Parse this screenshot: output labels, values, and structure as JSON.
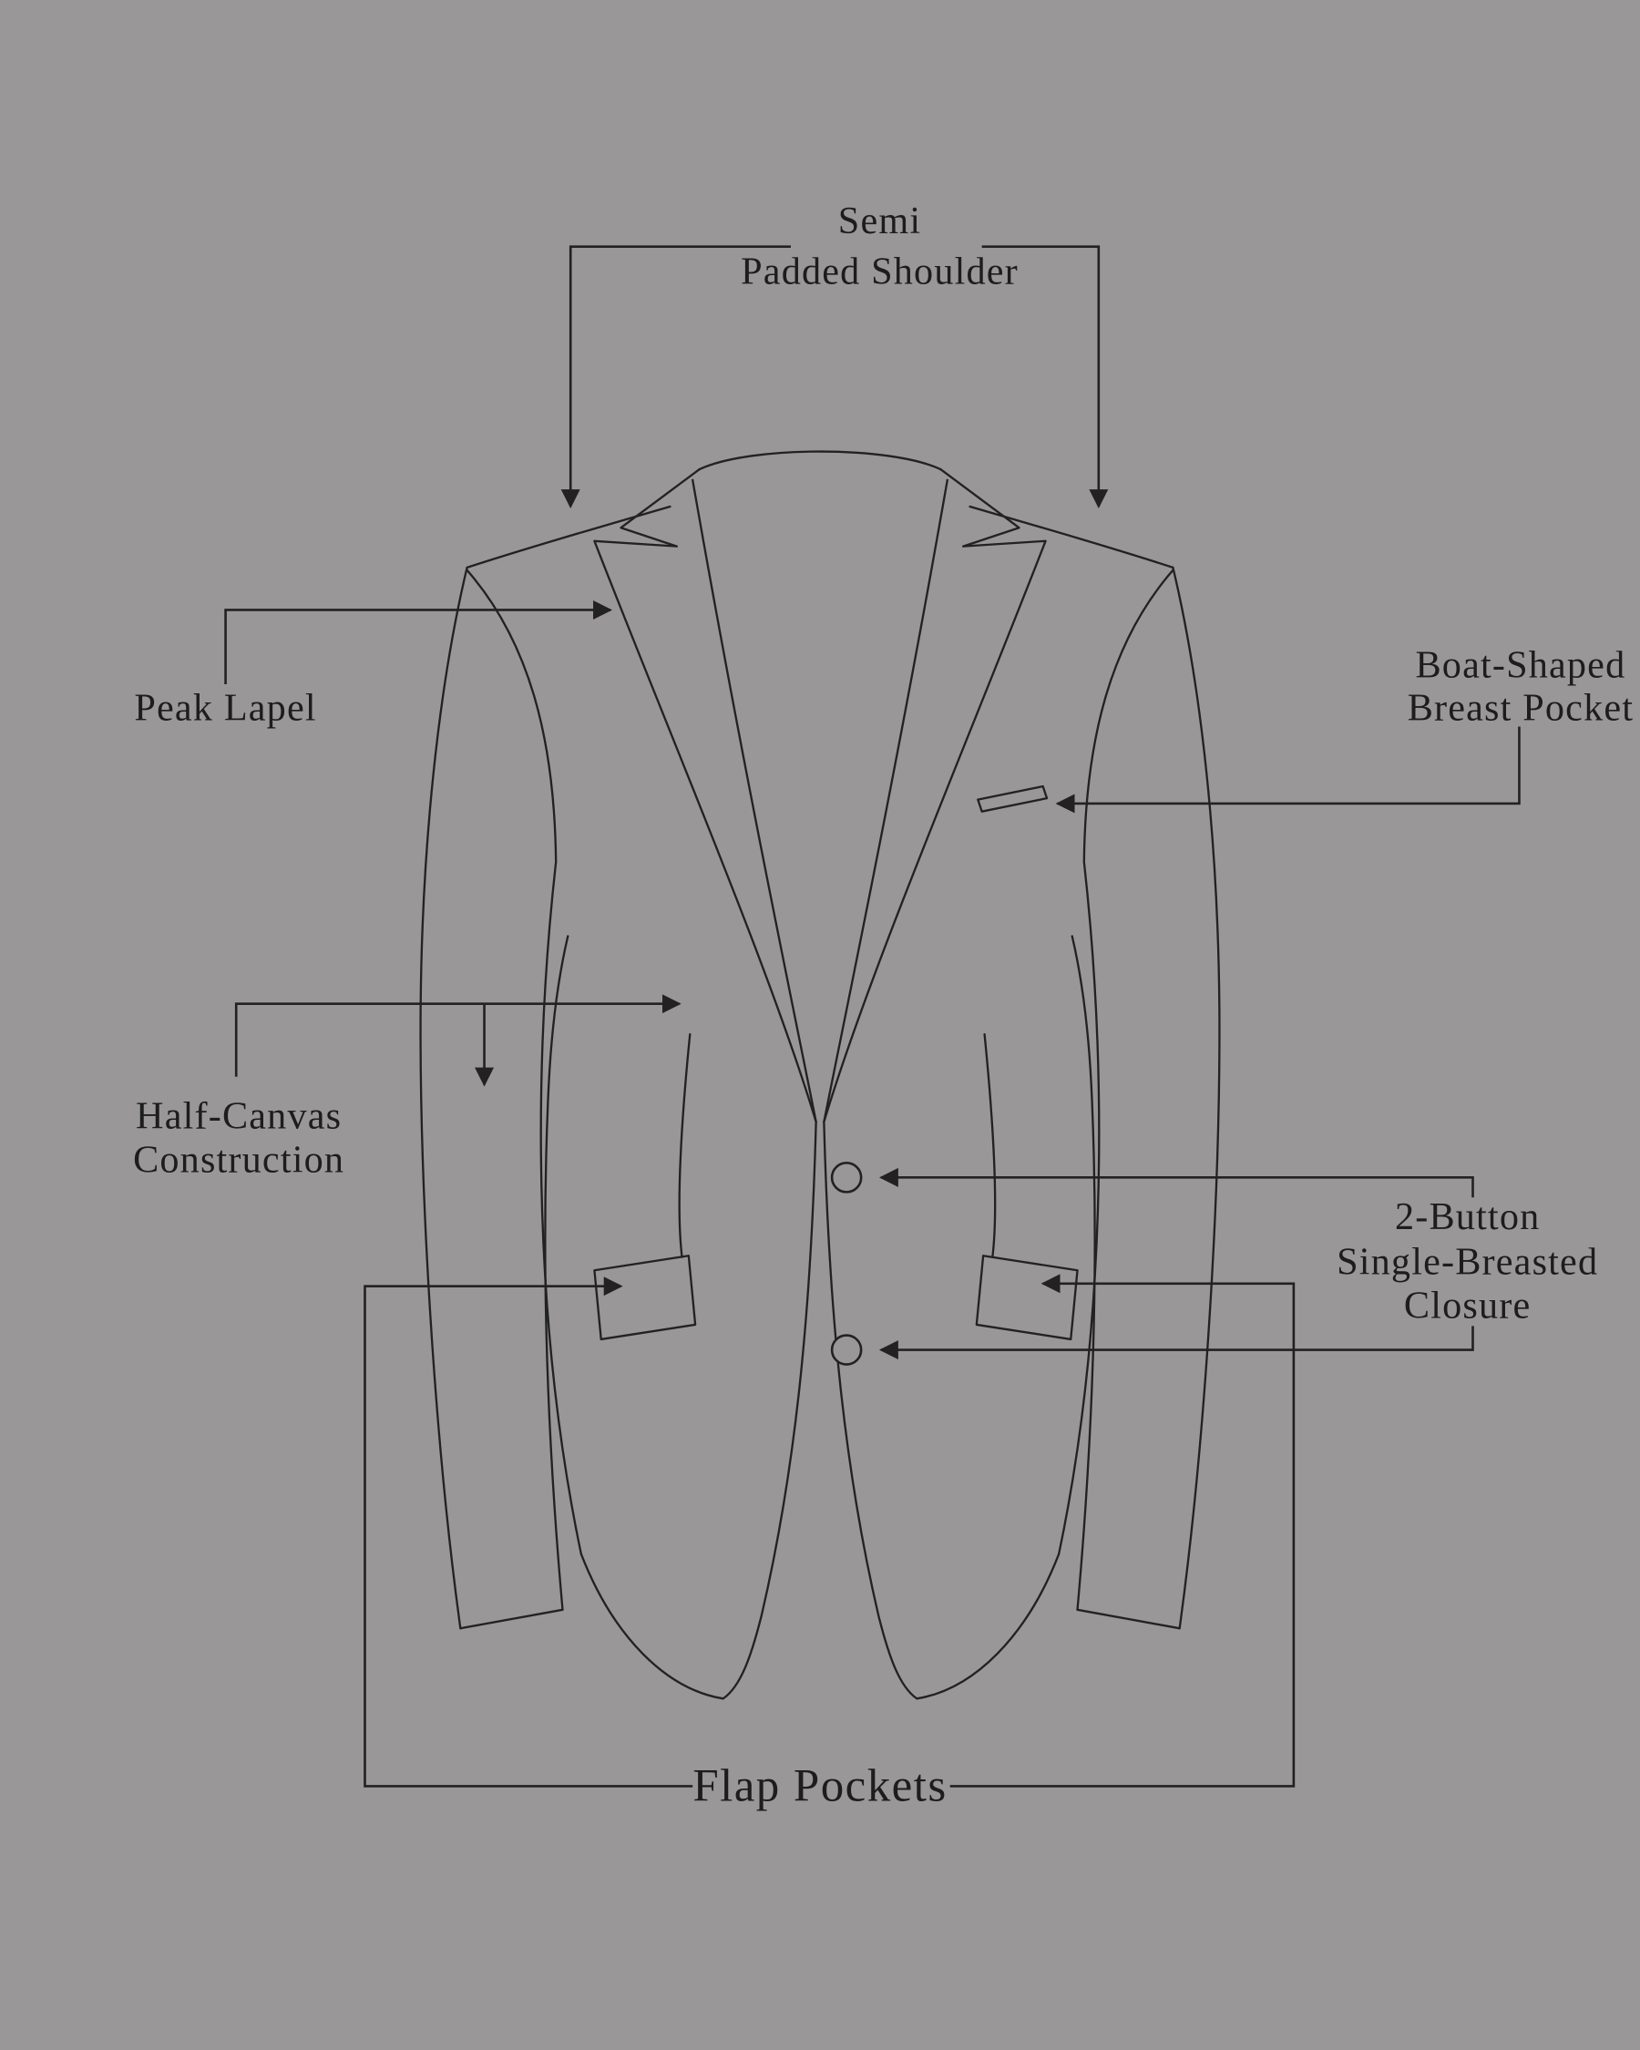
{
  "page": {
    "background_color": "#9a9798",
    "line_color": "#222222",
    "text_color": "#1d1d1d"
  },
  "diagram": {
    "subject": "suit-jacket-feature-diagram"
  },
  "labels": {
    "shoulder": {
      "lines": [
        "Semi",
        "Padded Shoulder"
      ]
    },
    "peak_lapel": {
      "lines": [
        "Peak Lapel"
      ]
    },
    "breast_pocket": {
      "lines": [
        "Boat-Shaped",
        "Breast Pocket"
      ]
    },
    "half_canvas": {
      "lines": [
        "Half-Canvas",
        "Construction"
      ]
    },
    "closure": {
      "lines": [
        "2-Button",
        "Single-Breasted",
        "Closure"
      ]
    },
    "flap_pockets": {
      "lines": [
        "Flap Pockets"
      ]
    }
  }
}
